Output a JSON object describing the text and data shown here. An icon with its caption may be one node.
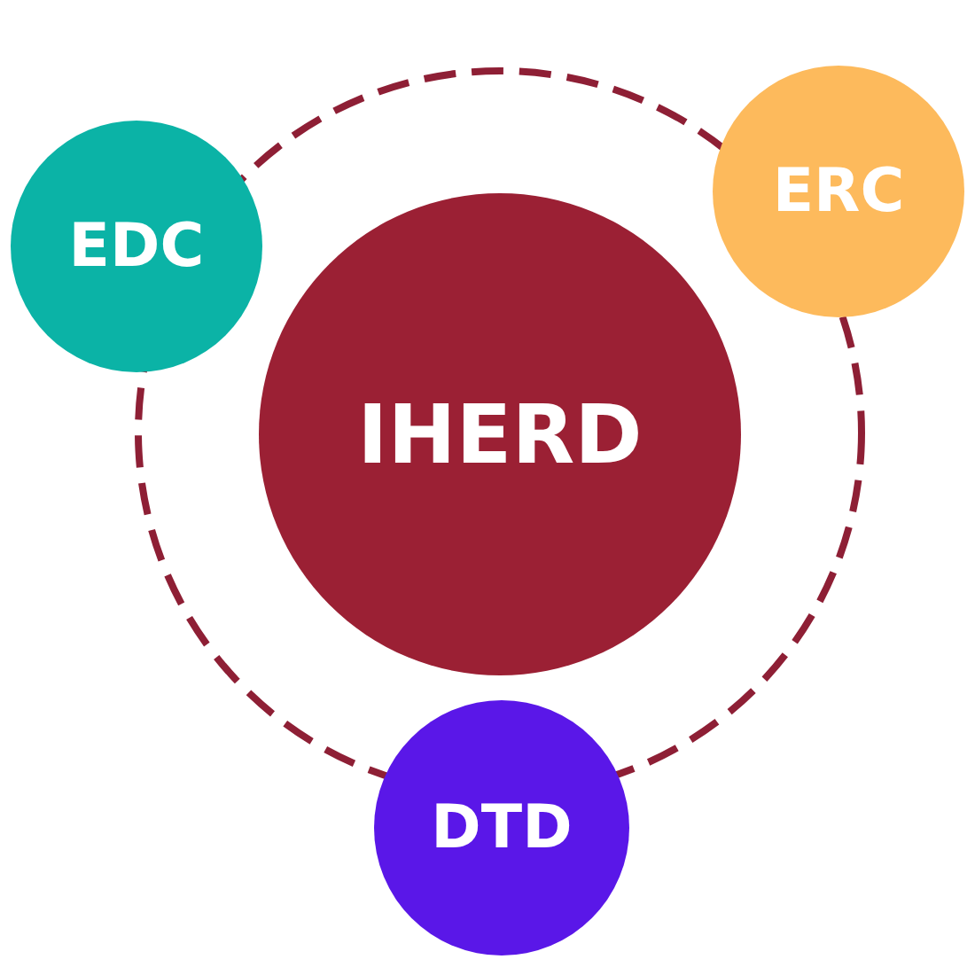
{
  "diagram": {
    "nodes": [
      {
        "text": [
          "EDC"
        ]
      },
      {
        "text": [
          "ERC"
        ]
      },
      {
        "text": [
          "IHERD"
        ]
      },
      {
        "text": [
          "DTD"
        ]
      }
    ]
  }
}
